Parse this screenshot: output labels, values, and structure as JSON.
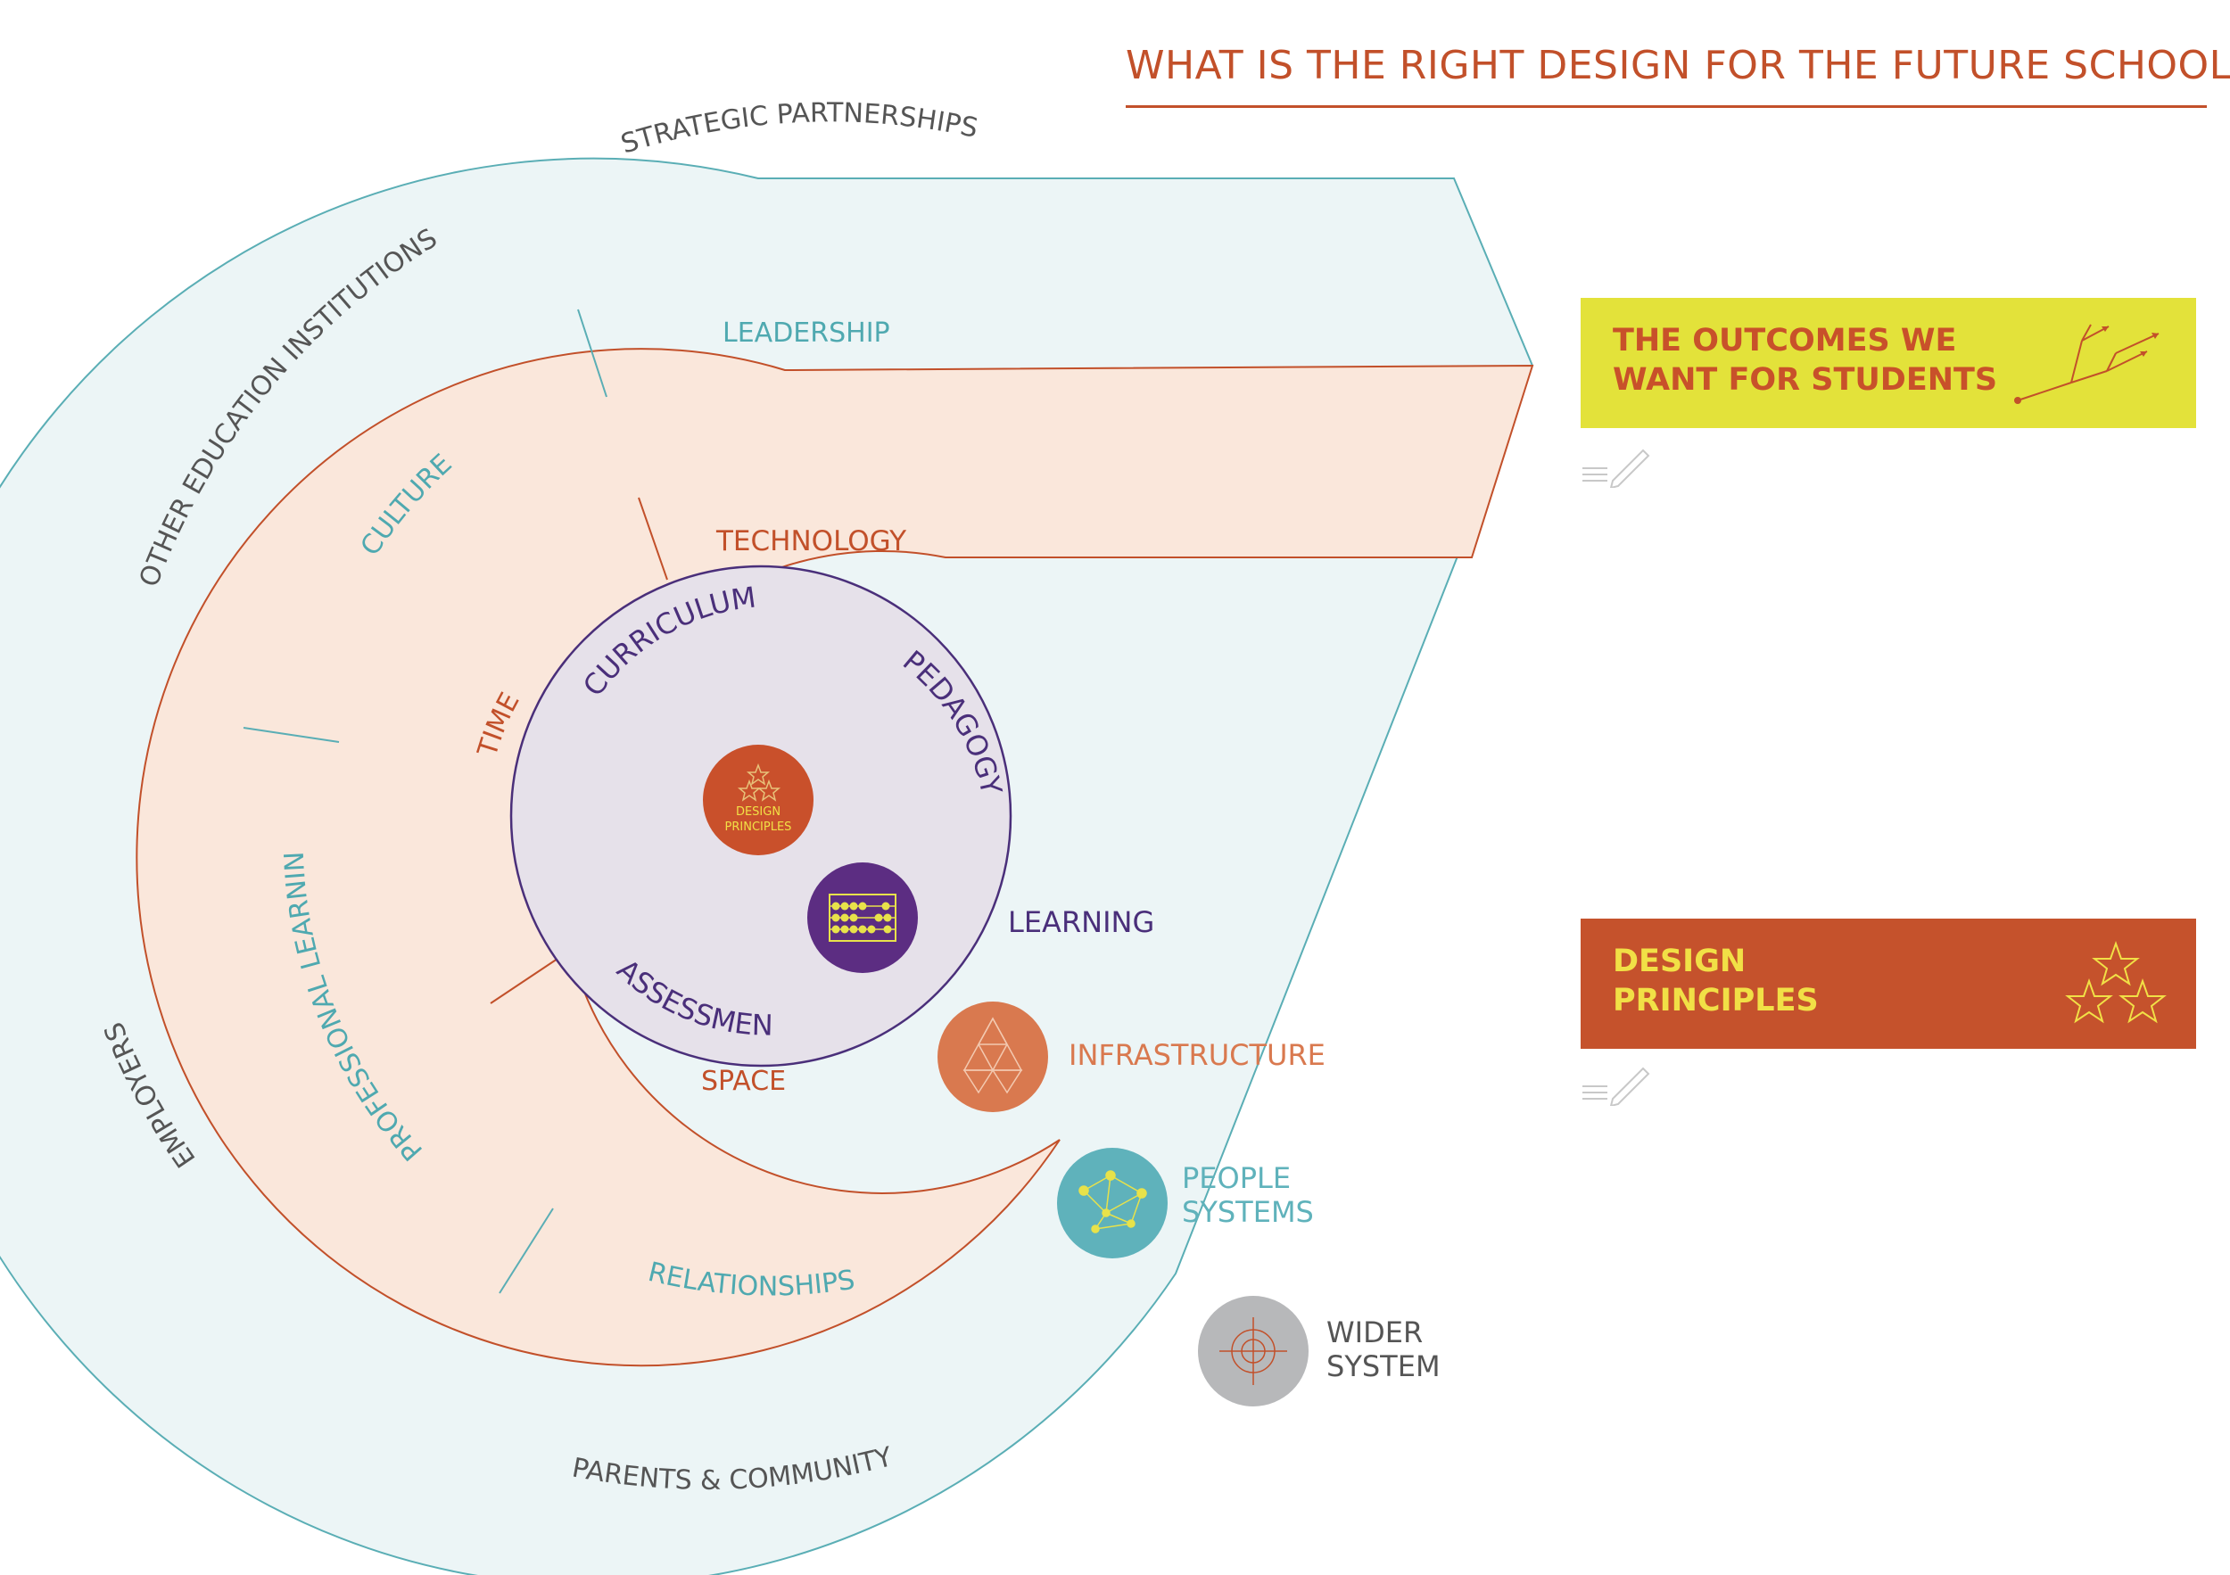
{
  "title": "WHAT IS THE RIGHT DESIGN FOR THE FUTURE SCHOOL?",
  "colors": {
    "title": "#c2502a",
    "outer_band": "#ecf5f6",
    "outer_stroke": "#5aaeb5",
    "middle_band": "#fae7db",
    "middle_stroke": "#c2502a",
    "inner_circle": "#e6e1ea",
    "inner_stroke": "#4a2f7a",
    "teal_text": "#4fa9b0",
    "orange_text": "#c2502a",
    "purple_text": "#4a2f7a",
    "grey_text": "#555555",
    "yellow_panel": "#e3e23a",
    "orange_panel": "#c5522c",
    "panel_text_yellow": "#c8512a",
    "panel_text_orange": "#f1e046",
    "infrastructure": "#d9794f",
    "people": "#5fb2bb",
    "wider": "#b7b8ba",
    "design_circle": "#c9502b",
    "learning_circle": "#5c2d82"
  },
  "outer_ring": {
    "strategic": "STRATEGIC PARTNERSHIPS",
    "other_edu": "OTHER EDUCATION INSTITUTIONS",
    "employers": "EMPLOYERS",
    "parents": "PARENTS & COMMUNITY"
  },
  "people_band": {
    "leadership": "LEADERSHIP",
    "culture": "CULTURE",
    "professional": "PROFESSIONAL LEARNING",
    "relationships": "RELATIONSHIPS"
  },
  "infra_band": {
    "technology": "TECHNOLOGY",
    "time": "TIME",
    "space": "SPACE"
  },
  "core": {
    "curriculum": "CURRICULUM",
    "pedagogy": "PEDAGOGY",
    "assessment": "ASSESSMENT",
    "design_line1": "DESIGN",
    "design_line2": "PRINCIPLES"
  },
  "legend": {
    "learning": "LEARNING",
    "infrastructure": "INFRASTRUCTURE",
    "people_line1": "PEOPLE",
    "people_line2": "SYSTEMS",
    "wider_line1": "WIDER",
    "wider_line2": "SYSTEM"
  },
  "panels": {
    "outcomes_line1": "THE OUTCOMES WE",
    "outcomes_line2": "WANT FOR STUDENTS",
    "design_line1": "DESIGN",
    "design_line2": "PRINCIPLES"
  },
  "icons": {
    "outcomes": "branching-arrows-icon",
    "design": "three-stars-icon",
    "learning": "abacus-icon",
    "infrastructure": "triangle-grid-icon",
    "people": "network-icon",
    "wider": "target-icon",
    "edit": "pencil-note-icon"
  }
}
